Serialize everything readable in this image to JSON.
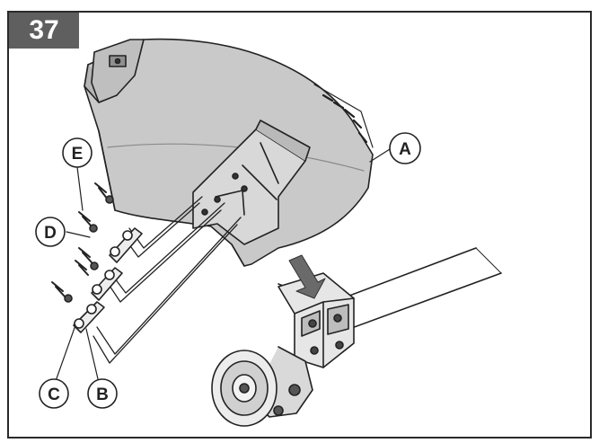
{
  "figure": {
    "number": "37"
  },
  "callouts": {
    "a": "A",
    "b": "B",
    "c": "C",
    "d": "D",
    "e": "E"
  },
  "colors": {
    "guard_fill": "#c9c9c9",
    "guard_dark": "#8a8a8a",
    "line": "#222222",
    "badge": "#5f5f5f"
  }
}
